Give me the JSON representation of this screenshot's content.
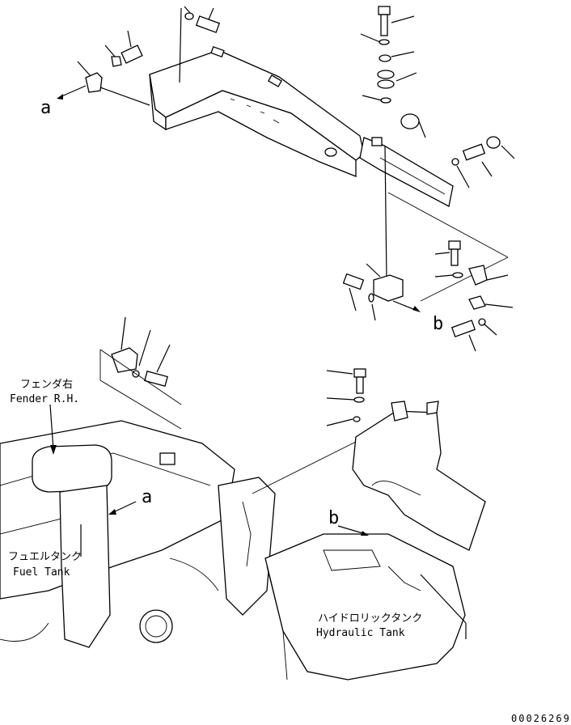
{
  "labels": {
    "fender_jp": "フェンダ右",
    "fender_en": "Fender R.H.",
    "fuel_jp": "フュエルタンク",
    "fuel_en": "Fuel Tank",
    "hyd_jp": "ハイドロリックタンク",
    "hyd_en": "Hydraulic Tank"
  },
  "callouts": {
    "a_top": "a",
    "a_bottom": "a",
    "b_top": "b",
    "b_bottom": "b"
  },
  "document_number": "00026269"
}
